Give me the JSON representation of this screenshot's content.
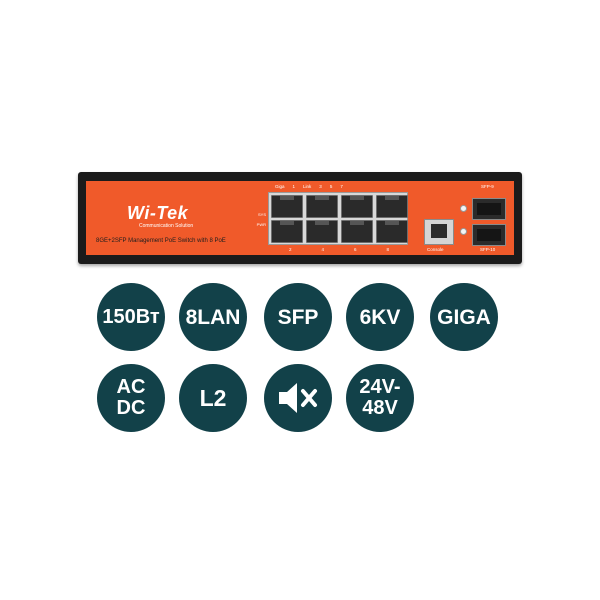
{
  "product": {
    "brand": "Wi-Tek",
    "brand_tagline": "Communication Solution",
    "model_description": "8GE+2SFP Management PoE Switch with 8 PoE",
    "led_labels": [
      "SYS",
      "PWR"
    ],
    "port_numbers_top": [
      "Giga",
      "1",
      "Link",
      "3",
      "5",
      "7"
    ],
    "port_numbers_bottom": [
      "2",
      "4",
      "6",
      "8"
    ],
    "console_label": "Console",
    "sfp_labels": [
      "SFP-9",
      "SFP-10"
    ],
    "colors": {
      "panel": "#f05a2a",
      "chassis": "#1b1b1b"
    }
  },
  "features": {
    "row1": [
      "150Вт",
      "8LAN",
      "SFP",
      "6KV",
      "GIGA"
    ],
    "row2_acdc": [
      "AC",
      "DC"
    ],
    "row2_l2": "L2",
    "row2_mute_icon": "speaker-mute-icon",
    "row2_voltage": [
      "24V-",
      "48V"
    ],
    "badge_color": "#124149"
  }
}
